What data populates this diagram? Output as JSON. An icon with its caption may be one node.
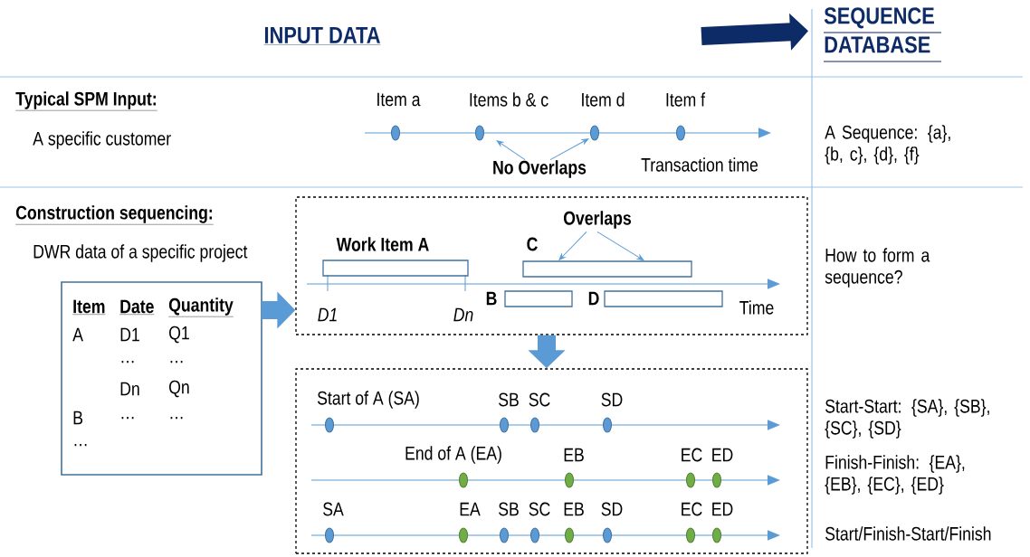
{
  "diagram": {
    "nodes": [
      {
        "text": [
          "SEQUENCE DATABASE"
        ]
      },
      {
        "text": [
          "No Overlaps"
        ]
      },
      {
        "text": [
          "Item",
          "Date",
          "Quantity",
          "A",
          "D1",
          "Q1",
          "…",
          "…",
          "Dn",
          "Qn",
          "B",
          "…",
          "…",
          "…"
        ]
      },
      {
        "text": [],
        "shape": "box"
      },
      {
        "text": [
          "Overlaps"
        ],
        "in": 3
      },
      {
        "text": [
          "Work Item A"
        ],
        "in": 3
      },
      {
        "text": [
          "C"
        ],
        "in": 3
      },
      {
        "text": [
          "B"
        ],
        "in": 3
      },
      {
        "text": [
          "D"
        ],
        "in": 3
      },
      {
        "text": [],
        "shape": "box"
      }
    ],
    "edges": [
      {
        "from": null,
        "to": 0,
        "arrow": "to",
        "style": "thick",
        "color": "#0d2b66"
      },
      {
        "from": 1,
        "to": null,
        "arrow": "to"
      },
      {
        "from": 1,
        "to": null,
        "arrow": "to"
      },
      {
        "from": 4,
        "to": 6,
        "arrow": "to"
      },
      {
        "from": 4,
        "to": 6,
        "arrow": "to"
      },
      {
        "from": 2,
        "to": 3,
        "arrow": "to",
        "style": "thick"
      },
      {
        "from": 3,
        "to": 9,
        "arrow": "to",
        "style": "thick"
      }
    ],
    "labels": [
      "INPUT DATA",
      "Typical SPM Input:",
      "A specific customer",
      "Item a",
      "Items b & c",
      "Item d",
      "Item f",
      "Transaction time",
      "A Sequence: {a}, {b, c}, {d}, {f}",
      "Construction sequencing:",
      "DWR data of a specific project",
      "D1",
      "Dn",
      "Time",
      "How to form a sequence?",
      "Start of A (SA)",
      "SB",
      "SC",
      "SD",
      "End of A (EA)",
      "EB",
      "EC",
      "ED",
      "SA",
      "EA",
      "SB",
      "SC",
      "EB",
      "SD",
      "EC",
      "ED",
      "Start-Start: {SA}, {SB}, {SC}, {SD}",
      "Finish-Finish: {EA}, {EB}, {EC}, {ED}",
      "Start/Finish-Start/Finish"
    ]
  }
}
